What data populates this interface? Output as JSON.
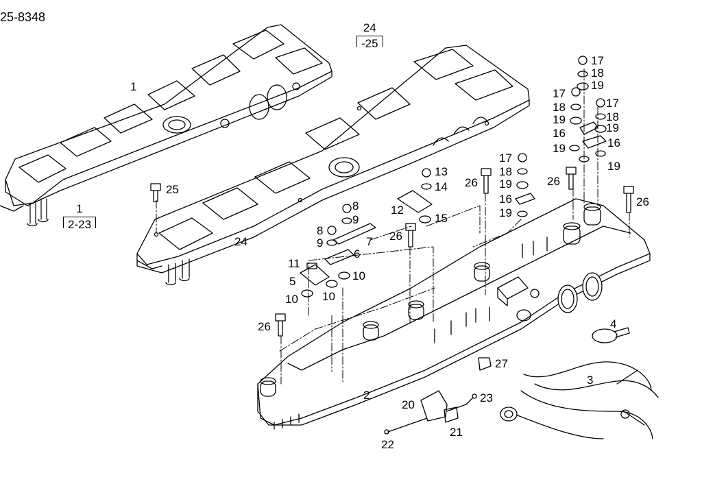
{
  "drawing_number": "25-8348",
  "references": [
    {
      "id": "ref-1",
      "top": "1",
      "bottom": "2-23"
    },
    {
      "id": "ref-24",
      "top": "24",
      "bottom": "-25"
    }
  ],
  "part_labels": {
    "p1": "1",
    "p2": "2",
    "p3": "3",
    "p4": "4",
    "p5": "5",
    "p6": "6",
    "p7": "7",
    "p8a": "8",
    "p8b": "8",
    "p9a": "9",
    "p9b": "9",
    "p10a": "10",
    "p10b": "10",
    "p10c": "10",
    "p11": "11",
    "p12": "12",
    "p13": "13",
    "p14": "14",
    "p15": "15",
    "p16a": "16",
    "p16b": "16",
    "p16c": "16",
    "p17a": "17",
    "p17b": "17",
    "p17c": "17",
    "p17d": "17",
    "p18a": "18",
    "p18b": "18",
    "p18c": "18",
    "p18d": "18",
    "p19a": "19",
    "p19b": "19",
    "p19c": "19",
    "p19d": "19",
    "p19e": "19",
    "p19f": "19",
    "p19g": "19",
    "p20": "20",
    "p21": "21",
    "p22": "22",
    "p23": "23",
    "p24": "24",
    "p25": "25",
    "p26a": "26",
    "p26b": "26",
    "p26c": "26",
    "p26d": "26",
    "p26e": "26",
    "p27": "27"
  }
}
